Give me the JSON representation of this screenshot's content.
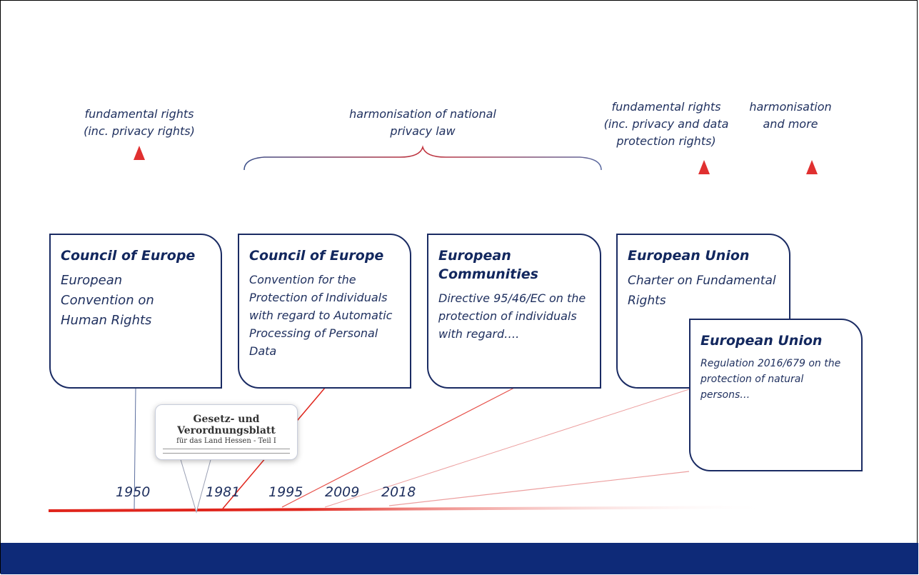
{
  "annotations": {
    "left": "fundamental rights\n(inc. privacy rights)",
    "middle": "harmonisation of national\nprivacy law",
    "right1": "fundamental rights\n(inc. privacy and data\nprotection rights)",
    "right2": "harmonisation\nand more"
  },
  "cards": [
    {
      "title": "Council of Europe",
      "body": "European Convention on Human Rights"
    },
    {
      "title": "Council of Europe",
      "body": "Convention for the Protection of Individuals with regard to Automatic Processing of Personal Data"
    },
    {
      "title": "European Communities",
      "body": "Directive 95/46/EC on the protection of individuals with regard…."
    },
    {
      "title": "European Union",
      "body": "Charter on Fundamental Rights"
    },
    {
      "title": "European Union",
      "body": "Regulation 2016/679 on the protection of natural persons…"
    }
  ],
  "years": [
    "1950",
    "1981",
    "1995",
    "2009",
    "2018"
  ],
  "document_thumbnail": {
    "title": "Gesetz- und Verordnungsblatt",
    "subtitle": "für das Land Hessen - Teil I"
  },
  "colors": {
    "navy": "#1a2b63",
    "red": "#e0261d",
    "footer": "#0e2a78"
  }
}
